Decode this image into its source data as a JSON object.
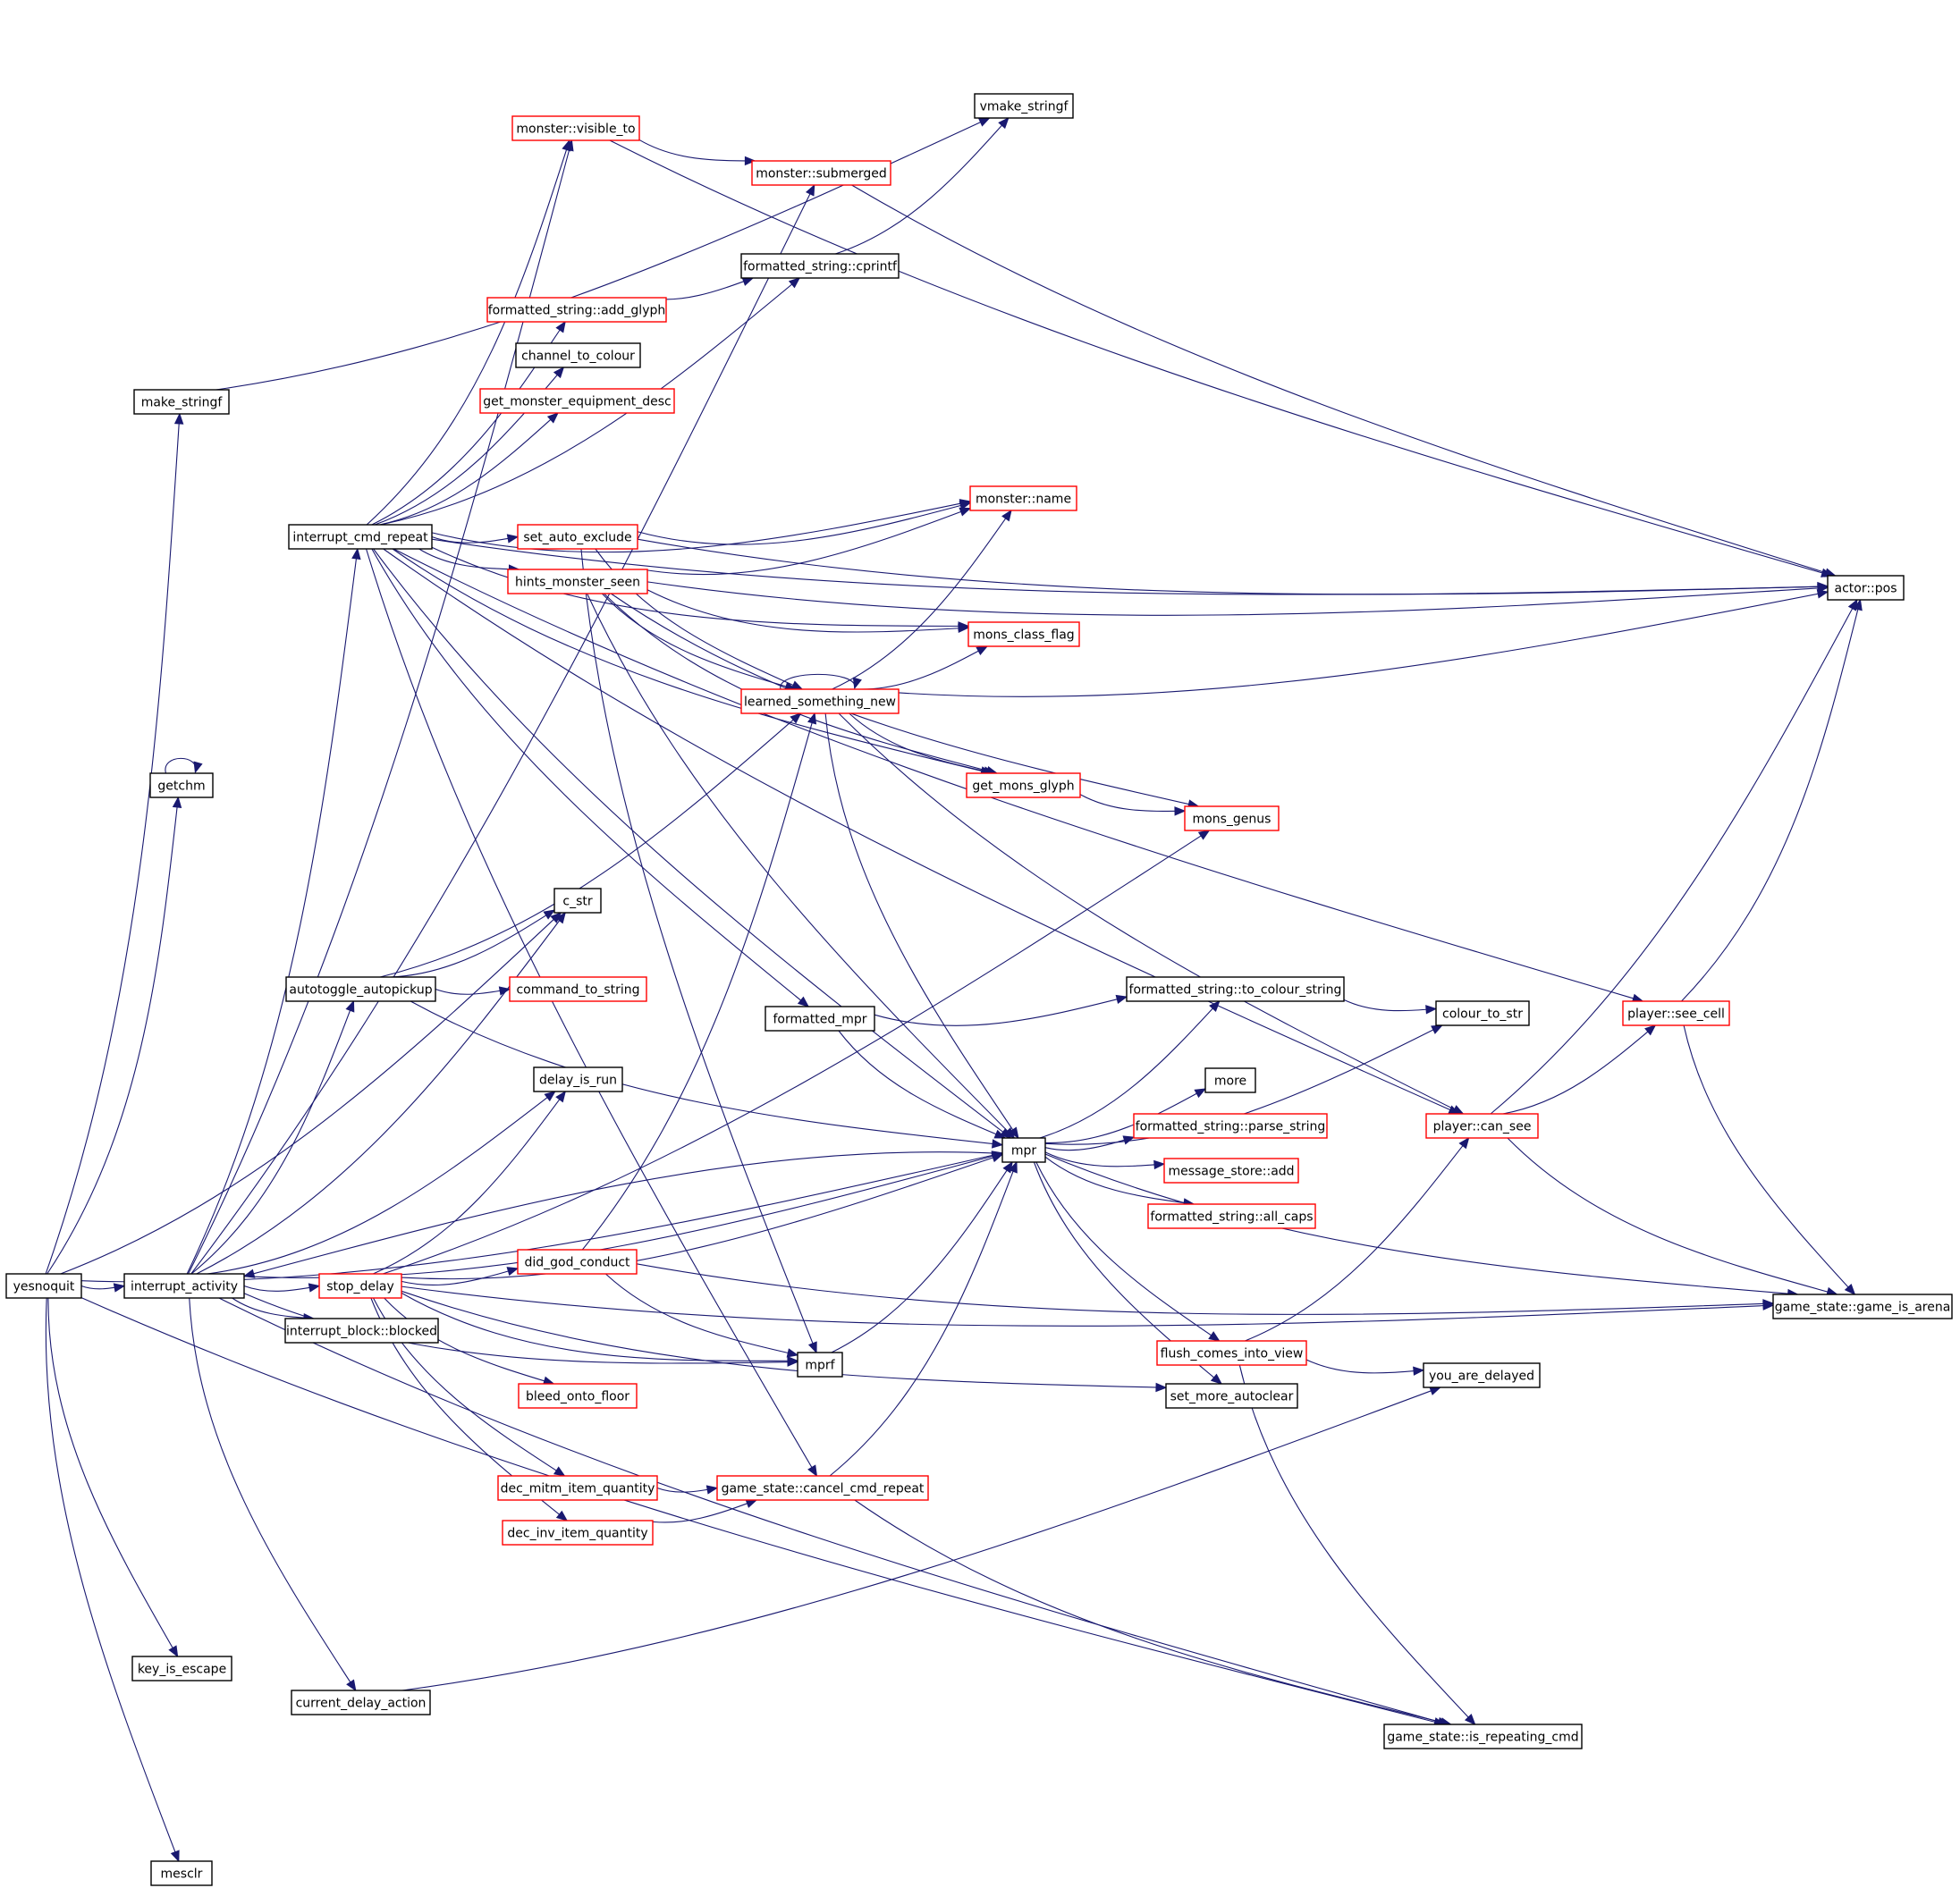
{
  "colors": {
    "edge": "#191970",
    "doc_border": "#000000",
    "undoc_border": "#ff0000",
    "root_fill": "#bfbfbf"
  },
  "nodes": [
    {
      "id": "yesnoquit",
      "label": "yesnoquit",
      "style": "root"
    },
    {
      "id": "interrupt_activity",
      "label": "interrupt_activity",
      "style": "black"
    },
    {
      "id": "make_stringf",
      "label": "make_stringf",
      "style": "black"
    },
    {
      "id": "getchm",
      "label": "getchm",
      "style": "black"
    },
    {
      "id": "key_is_escape",
      "label": "key_is_escape",
      "style": "black"
    },
    {
      "id": "mesclr",
      "label": "mesclr",
      "style": "black"
    },
    {
      "id": "interrupt_cmd_repeat",
      "label": "interrupt_cmd_repeat",
      "style": "black"
    },
    {
      "id": "autotoggle_autopickup",
      "label": "autotoggle_autopickup",
      "style": "black"
    },
    {
      "id": "stop_delay",
      "label": "stop_delay",
      "style": "red"
    },
    {
      "id": "interrupt_block_blocked",
      "label": "interrupt_block::blocked",
      "style": "black"
    },
    {
      "id": "current_delay_action",
      "label": "current_delay_action",
      "style": "black"
    },
    {
      "id": "monster_visible_to",
      "label": "monster::visible_to",
      "style": "red"
    },
    {
      "id": "vmake_stringf",
      "label": "vmake_stringf",
      "style": "black"
    },
    {
      "id": "monster_submerged",
      "label": "monster::submerged",
      "style": "red"
    },
    {
      "id": "formatted_string_cprintf",
      "label": "formatted_string::cprintf",
      "style": "black"
    },
    {
      "id": "formatted_string_add_glyph",
      "label": "formatted_string::add_glyph",
      "style": "red"
    },
    {
      "id": "channel_to_colour",
      "label": "channel_to_colour",
      "style": "black"
    },
    {
      "id": "get_monster_equipment_desc",
      "label": "get_monster_equipment_desc",
      "style": "red"
    },
    {
      "id": "set_auto_exclude",
      "label": "set_auto_exclude",
      "style": "red"
    },
    {
      "id": "hints_monster_seen",
      "label": "hints_monster_seen",
      "style": "red"
    },
    {
      "id": "monster_name",
      "label": "monster::name",
      "style": "red"
    },
    {
      "id": "mons_class_flag",
      "label": "mons_class_flag",
      "style": "red"
    },
    {
      "id": "learned_something_new",
      "label": "learned_something_new",
      "style": "red"
    },
    {
      "id": "get_mons_glyph",
      "label": "get_mons_glyph",
      "style": "red"
    },
    {
      "id": "mons_genus",
      "label": "mons_genus",
      "style": "red"
    },
    {
      "id": "c_str",
      "label": "c_str",
      "style": "black"
    },
    {
      "id": "command_to_string",
      "label": "command_to_string",
      "style": "red"
    },
    {
      "id": "formatted_mpr",
      "label": "formatted_mpr",
      "style": "black"
    },
    {
      "id": "formatted_string_to_colour_string",
      "label": "formatted_string::to_colour_string",
      "style": "black"
    },
    {
      "id": "colour_to_str",
      "label": "colour_to_str",
      "style": "black"
    },
    {
      "id": "player_see_cell",
      "label": "player::see_cell",
      "style": "red"
    },
    {
      "id": "delay_is_run",
      "label": "delay_is_run",
      "style": "black"
    },
    {
      "id": "more",
      "label": "more",
      "style": "black"
    },
    {
      "id": "mpr",
      "label": "mpr",
      "style": "black"
    },
    {
      "id": "formatted_string_parse_string",
      "label": "formatted_string::parse_string",
      "style": "red"
    },
    {
      "id": "player_can_see",
      "label": "player::can_see",
      "style": "red"
    },
    {
      "id": "message_store_add",
      "label": "message_store::add",
      "style": "red"
    },
    {
      "id": "formatted_string_all_caps",
      "label": "formatted_string::all_caps",
      "style": "red"
    },
    {
      "id": "did_god_conduct",
      "label": "did_god_conduct",
      "style": "red"
    },
    {
      "id": "game_state_game_is_arena",
      "label": "game_state::game_is_arena",
      "style": "black"
    },
    {
      "id": "mprf",
      "label": "mprf",
      "style": "black"
    },
    {
      "id": "flush_comes_into_view",
      "label": "flush_comes_into_view",
      "style": "red"
    },
    {
      "id": "you_are_delayed",
      "label": "you_are_delayed",
      "style": "black"
    },
    {
      "id": "bleed_onto_floor",
      "label": "bleed_onto_floor",
      "style": "red"
    },
    {
      "id": "set_more_autoclear",
      "label": "set_more_autoclear",
      "style": "black"
    },
    {
      "id": "dec_mitm_item_quantity",
      "label": "dec_mitm_item_quantity",
      "style": "red"
    },
    {
      "id": "game_state_cancel_cmd_repeat",
      "label": "game_state::cancel_cmd_repeat",
      "style": "red"
    },
    {
      "id": "dec_inv_item_quantity",
      "label": "dec_inv_item_quantity",
      "style": "red"
    },
    {
      "id": "game_state_is_repeating_cmd",
      "label": "game_state::is_repeating_cmd",
      "style": "black"
    },
    {
      "id": "actor_pos",
      "label": "actor::pos",
      "style": "black"
    }
  ]
}
